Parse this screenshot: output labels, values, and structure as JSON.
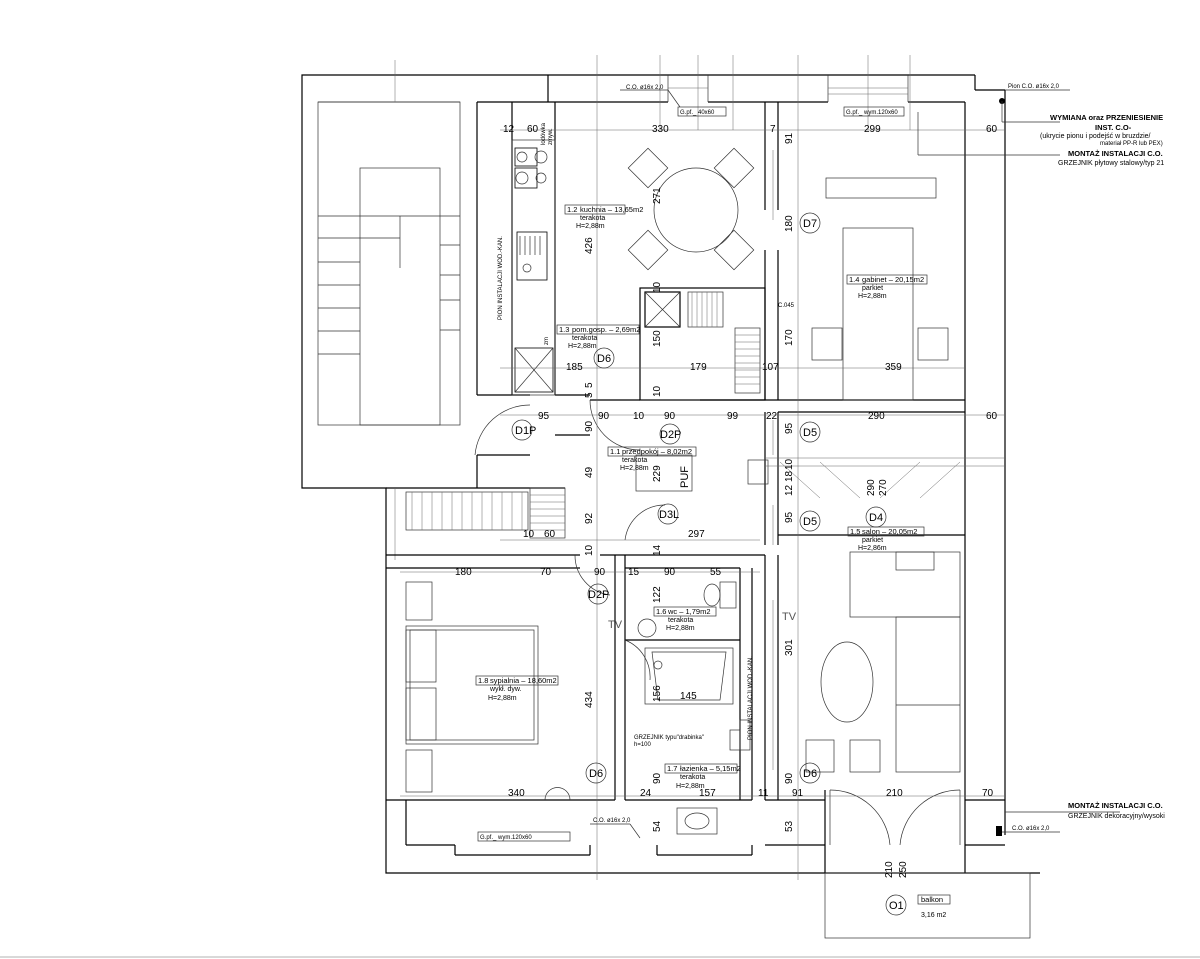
{
  "rooms": [
    {
      "id": "kitchen",
      "num": "1.2",
      "name": "kuchnia – 13,65m2",
      "floor": "terakota",
      "height": "H=2,88m"
    },
    {
      "id": "office",
      "num": "1.4",
      "name": "gabinet – 20,15m2",
      "floor": "parkiet",
      "height": "H=2,88m"
    },
    {
      "id": "storage",
      "num": "1.3",
      "name": "pom.gosp. – 2,69m2",
      "floor": "terakota",
      "height": "H=2,88m"
    },
    {
      "id": "hall",
      "num": "1.1",
      "name": "przedpokój – 8,02m2",
      "floor": "terakota",
      "height": "H=2,88m"
    },
    {
      "id": "living",
      "num": "1.5",
      "name": "salon – 20,05m2",
      "floor": "parkiet",
      "height": "H=2,86m"
    },
    {
      "id": "wc",
      "num": "1.6",
      "name": "wc – 1,79m2",
      "floor": "terakota",
      "height": "H=2,88m"
    },
    {
      "id": "bedroom",
      "num": "1.8",
      "name": "sypialnia – 18,60m2",
      "floor": "wykł. dyw.",
      "height": "H=2,88m"
    },
    {
      "id": "bathroom",
      "num": "1.7",
      "name": "łazienka – 5,15m2",
      "floor": "terakota",
      "height": "H=2,88m"
    },
    {
      "id": "balcony",
      "num": "",
      "name": "balkon",
      "floor": "3,16 m2",
      "height": ""
    }
  ],
  "doors": [
    "D7",
    "D6",
    "D2P",
    "D1P",
    "D5",
    "D5",
    "D4",
    "D3L",
    "D2P",
    "D6",
    "D6",
    "O1"
  ],
  "dims": {
    "top": [
      "12",
      "60",
      "330",
      "7",
      "299",
      "60"
    ],
    "mid1": [
      "185",
      "179",
      "107",
      "359"
    ],
    "mid2": [
      "95",
      "90",
      "10",
      "90",
      "99",
      "22",
      "290",
      "60"
    ],
    "mid3": [
      "10",
      "60",
      "297"
    ],
    "mid4": [
      "180",
      "70",
      "90",
      "15",
      "90",
      "55"
    ],
    "bottom": [
      "340",
      "24",
      "157",
      "11",
      "91",
      "210",
      "70"
    ],
    "v": [
      "91",
      "271",
      "426",
      "180",
      "170",
      "150",
      "10",
      "10",
      "5",
      "5",
      "90",
      "49",
      "92",
      "229",
      "95",
      "95",
      "10",
      "18",
      "12",
      "290",
      "270",
      "122",
      "301",
      "434",
      "156",
      "145",
      "90",
      "90",
      "54",
      "53",
      "210",
      "250",
      "14",
      "14",
      "10",
      "10"
    ]
  },
  "notes": {
    "top_right_1": "Pion C.O. ø16x 2,0",
    "top_right_2": "WYMIANA oraz PRZENIESIENIE",
    "top_right_3": "INST. C.O-",
    "top_right_4": "(ukrycie pionu i podejść w bruzdzie/",
    "top_right_5": "materiał PP-R lub PEX)",
    "top_right_6": "MONTAŻ INSTALACJI C.O.",
    "top_right_7": "GRZEJNIK płytowy stalowy/typ 21",
    "bottom_right_1": "MONTAŻ INSTALACJI C.O.",
    "bottom_right_2": "GRZEJNIK dekoracyjny/wysoki",
    "bottom_right_3": "C.O. ø16x 2,0",
    "co_top": "C.O. ø16x 2,0",
    "gpf_top": "G.pf._ 40x60",
    "gpf_top2": "G.pf._ wym.120x60",
    "co_bottom": "C.O. ø16x 2,0",
    "gpf_bottom": "G.pf._ wym.120x60",
    "pion_kitchen": "PION INSTALACJI WOD.-KAN.",
    "pion_bath": "PION INSTALACJI WOD.-KAN.",
    "ladder": "GRZEJNIK typu\"drabinka\"",
    "ladder_h": "h=100",
    "fridge": "lodówka",
    "dishwasher": "zmyw.",
    "cupboard": "zm",
    "puf": "PUF",
    "tv1": "TV",
    "tv2": "TV",
    "c045": "C.045"
  }
}
